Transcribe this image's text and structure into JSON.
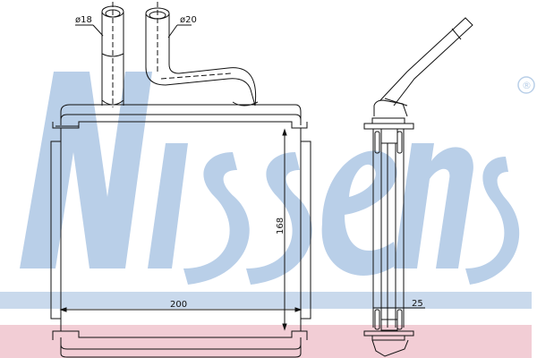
{
  "brand": {
    "watermark": "Nissens",
    "registered_mark": "®",
    "watermark_color": "#b9cfe8"
  },
  "bands": {
    "blue": "#c9d9ec",
    "pink": "#f2cdd5"
  },
  "drawing": {
    "subject": "heater core",
    "line_color": "#111111",
    "dimensions": {
      "inlet_diameter": "ø18",
      "outlet_diameter": "ø20",
      "height": "168",
      "width": "200",
      "depth": "25"
    }
  }
}
